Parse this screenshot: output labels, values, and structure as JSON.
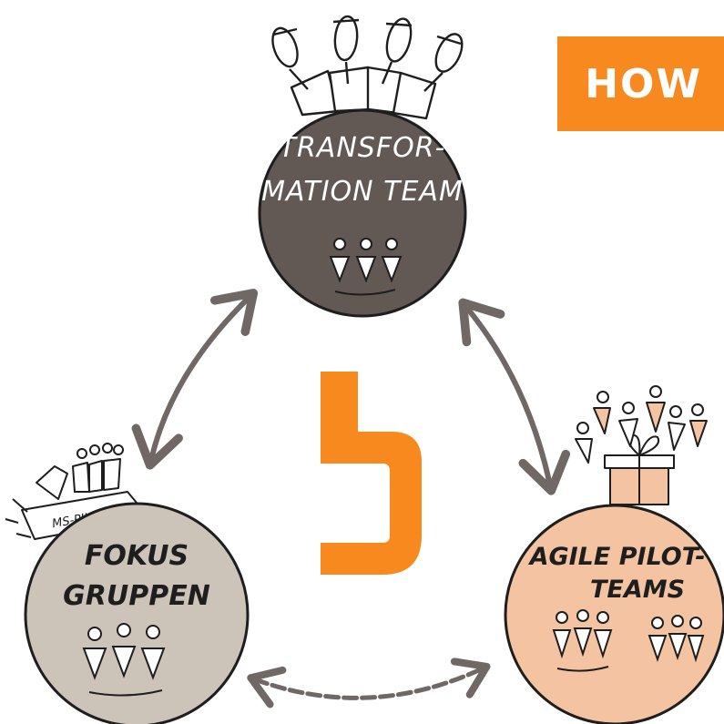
{
  "banner": {
    "label": "HOW"
  },
  "nodes": {
    "top": {
      "line1": "TRANSFOR-",
      "line2": "MATION TEAM"
    },
    "left": {
      "line1": "FOKUS",
      "line2": "GRUPPEN",
      "sign": "MS-PILOT"
    },
    "right": {
      "line1": "AGILE PILOT-",
      "line2": "TEAMS"
    }
  },
  "colors": {
    "accent": "#f7891f",
    "top_circle": "#625954",
    "left_circle": "#cdc4b9",
    "right_circle": "#f4c4a2",
    "arrow": "#6f6864",
    "ink": "#1e1e1e"
  }
}
